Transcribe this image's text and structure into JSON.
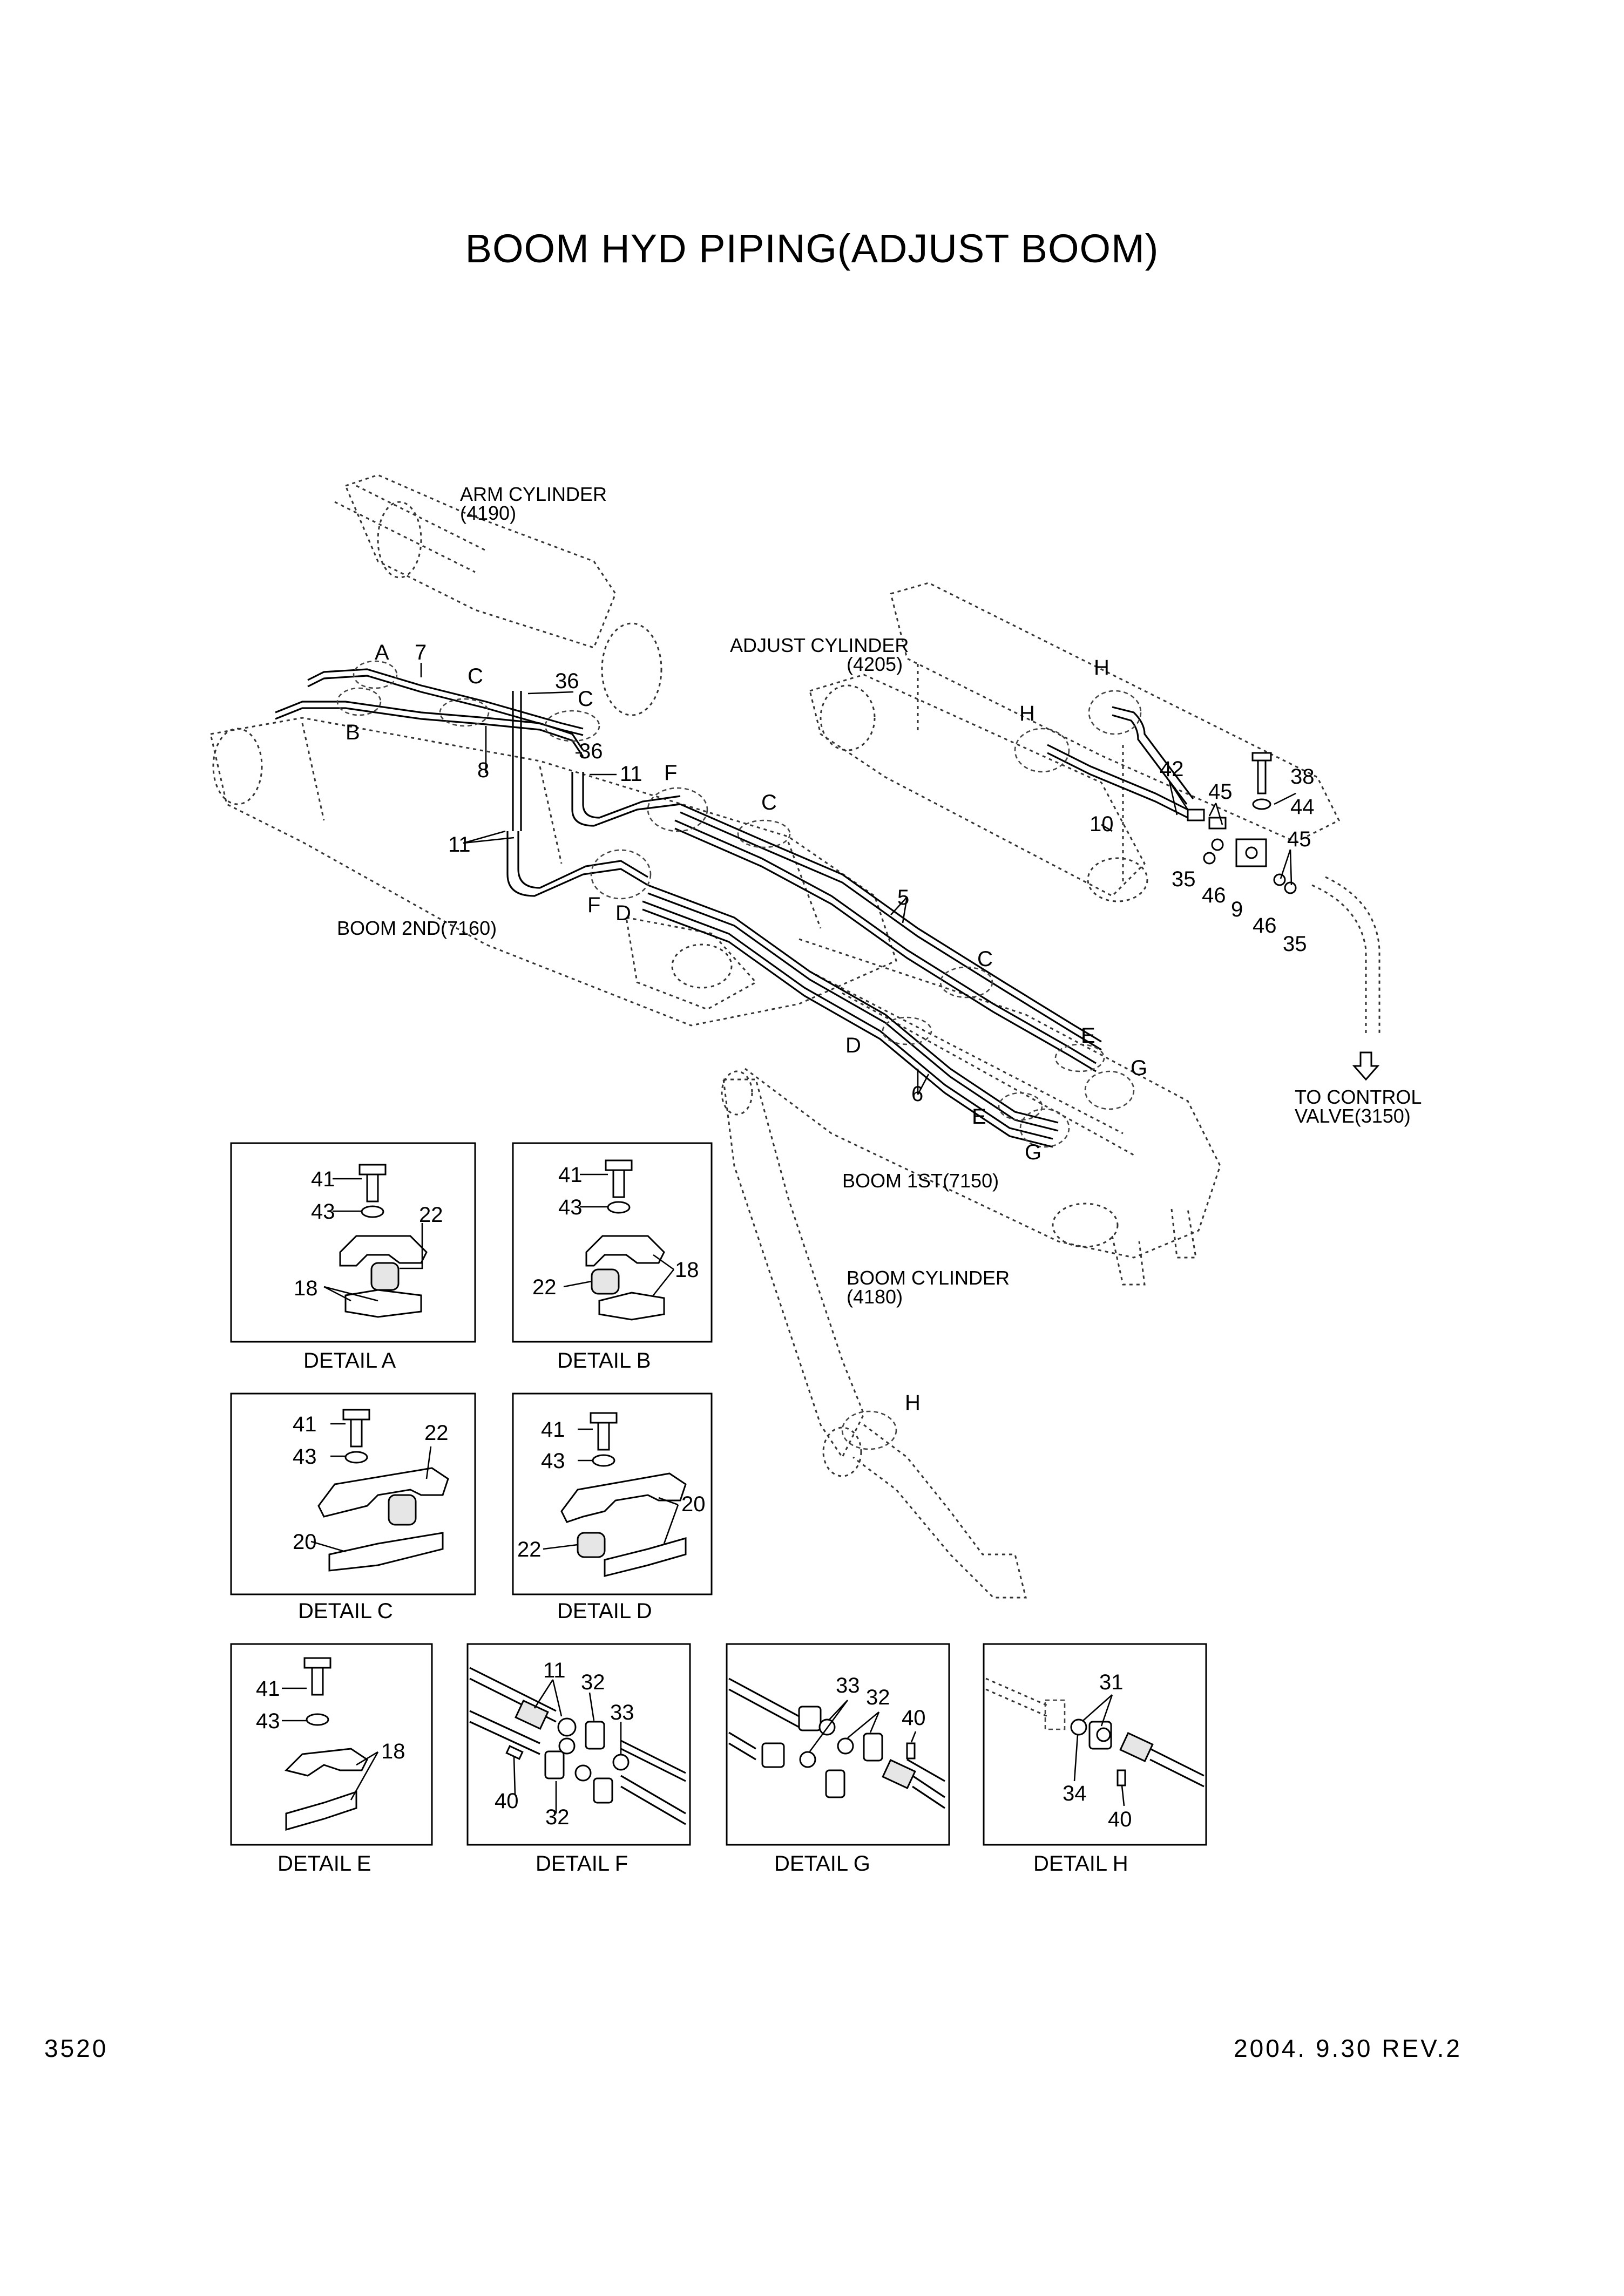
{
  "title": "BOOM HYD PIPING(ADJUST BOOM)",
  "page_number": "3520",
  "revision_date": "2004. 9.30  REV.2",
  "component_labels": {
    "arm_cylinder": [
      "ARM CYLINDER",
      "(4190)"
    ],
    "adjust_cylinder": [
      "ADJUST CYLINDER",
      "(4205)"
    ],
    "boom_2nd": "BOOM 2ND(7160)",
    "boom_1st": "BOOM 1ST(7150)",
    "boom_cylinder": [
      "BOOM CYLINDER",
      "(4180)"
    ],
    "control_valve": [
      "TO CONTROL",
      "VALVE(3150)"
    ]
  },
  "main_callouts": {
    "A": "A",
    "B": "B",
    "C1": "C",
    "C2": "C",
    "C3": "C",
    "C4": "C",
    "D1": "D",
    "D2": "D",
    "E1": "E",
    "E2": "E",
    "F1": "F",
    "F2": "F",
    "G1": "G",
    "G2": "G",
    "H1": "H",
    "H2": "H",
    "H3": "H",
    "p7": "7",
    "p8": "8",
    "p36a": "36",
    "p36b": "36",
    "p11a": "11",
    "p11b": "11",
    "p5": "5",
    "p6": "6",
    "p10": "10",
    "p42": "42",
    "p38": "38",
    "p44": "44",
    "p45a": "45",
    "p45b": "45",
    "p35a": "35",
    "p35b": "35",
    "p46a": "46",
    "p46b": "46",
    "p9": "9"
  },
  "details": [
    {
      "id": "A",
      "caption": "DETAIL  A",
      "labels": [
        "41",
        "43",
        "22",
        "18"
      ]
    },
    {
      "id": "B",
      "caption": "DETAIL  B",
      "labels": [
        "41",
        "43",
        "18",
        "22"
      ]
    },
    {
      "id": "C",
      "caption": "DETAIL  C",
      "labels": [
        "41",
        "43",
        "22",
        "20"
      ]
    },
    {
      "id": "D",
      "caption": "DETAIL  D",
      "labels": [
        "41",
        "43",
        "20",
        "22"
      ]
    },
    {
      "id": "E",
      "caption": "DETAIL  E",
      "labels": [
        "41",
        "43",
        "18"
      ]
    },
    {
      "id": "F",
      "caption": "DETAIL  F",
      "labels": [
        "11",
        "32",
        "33",
        "40",
        "32"
      ]
    },
    {
      "id": "G",
      "caption": "DETAIL  G",
      "labels": [
        "33",
        "32",
        "40"
      ]
    },
    {
      "id": "H",
      "caption": "DETAIL  H",
      "labels": [
        "31",
        "34",
        "40"
      ]
    }
  ]
}
